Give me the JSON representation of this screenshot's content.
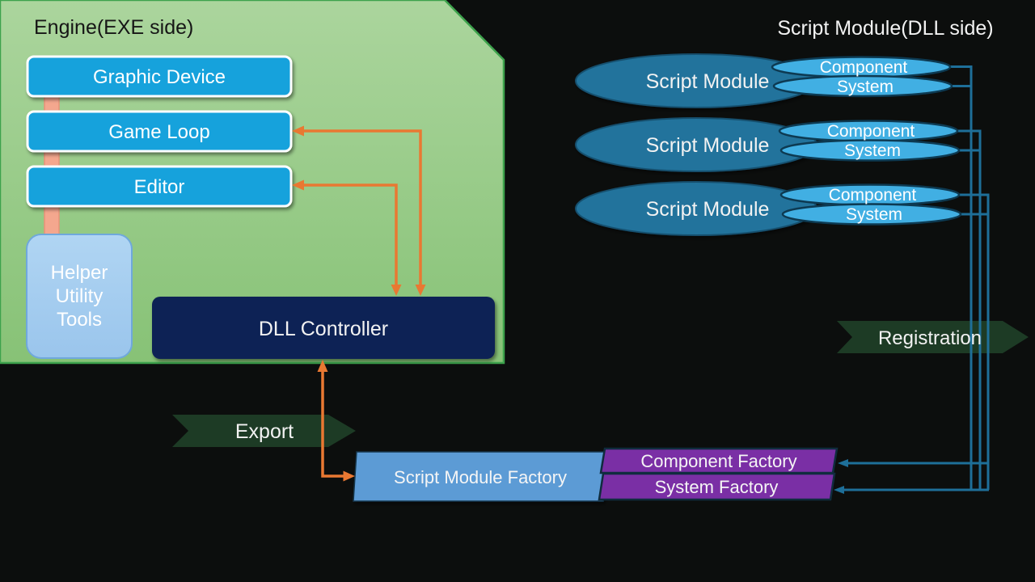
{
  "engine_panel": {
    "title": "Engine(EXE side)",
    "boxes": [
      {
        "label": "Graphic Device"
      },
      {
        "label": "Game Loop"
      },
      {
        "label": "Editor"
      }
    ],
    "helper": {
      "lines": [
        "Helper",
        "Utility",
        "Tools"
      ]
    },
    "dll_controller_label": "DLL Controller"
  },
  "script_side": {
    "title": "Script Module(DLL side)",
    "modules": [
      {
        "module": "Script Module",
        "component": "Component",
        "system": "System"
      },
      {
        "module": "Script Module",
        "component": "Component",
        "system": "System"
      },
      {
        "module": "Script Module",
        "component": "Component",
        "system": "System"
      }
    ]
  },
  "banners": {
    "export_label": "Export",
    "registration_label": "Registration"
  },
  "factories": {
    "script_module_factory_label": "Script Module Factory",
    "component_factory_label": "Component Factory",
    "system_factory_label": "System Factory"
  },
  "colors": {
    "background": "#0c0e0d",
    "panel_green_top": "#abd59d",
    "panel_green_bottom": "#87c276",
    "panel_green_stroke": "#3da24c",
    "box_blue": "#18a2dc",
    "helper_blue_top": "#b0d5f3",
    "helper_blue_bottom": "#9ac5ec",
    "helper_stroke": "#6fa8dc",
    "salmon_bar": "#f4a78e",
    "navy": "#0d2154",
    "orange": "#e97832",
    "teal_line": "#1e6f99",
    "big_ellipse": "#20739c",
    "big_ellipse_stroke": "#15506e",
    "small_ellipse": "#41afe3",
    "small_ellipse_stroke": "#0d3a52",
    "banner_green": "#1d3b25",
    "factory_blue": "#5b9bd5",
    "factory_purple": "#7a2fa5",
    "factory_purple_stroke": "#102c3e",
    "text_light": "#f2f2f2",
    "text_dark": "#161616"
  }
}
